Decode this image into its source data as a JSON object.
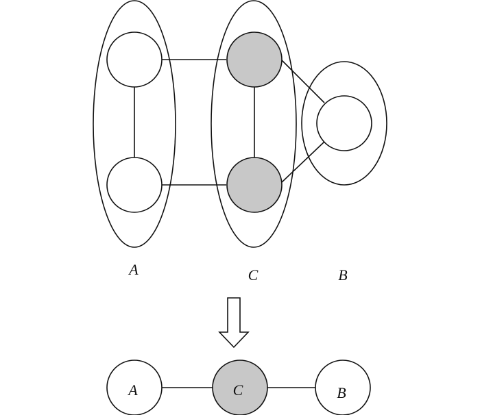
{
  "top_graph": {
    "group_labels": {
      "a": "A",
      "c": "C",
      "b": "B"
    }
  },
  "bottom_graph": {
    "node_labels": {
      "a": "A",
      "c": "C",
      "b": "B"
    }
  },
  "colors": {
    "stroke": "#111111",
    "observed_fill": "#c8c8c8",
    "unobserved_fill": "#ffffff"
  }
}
